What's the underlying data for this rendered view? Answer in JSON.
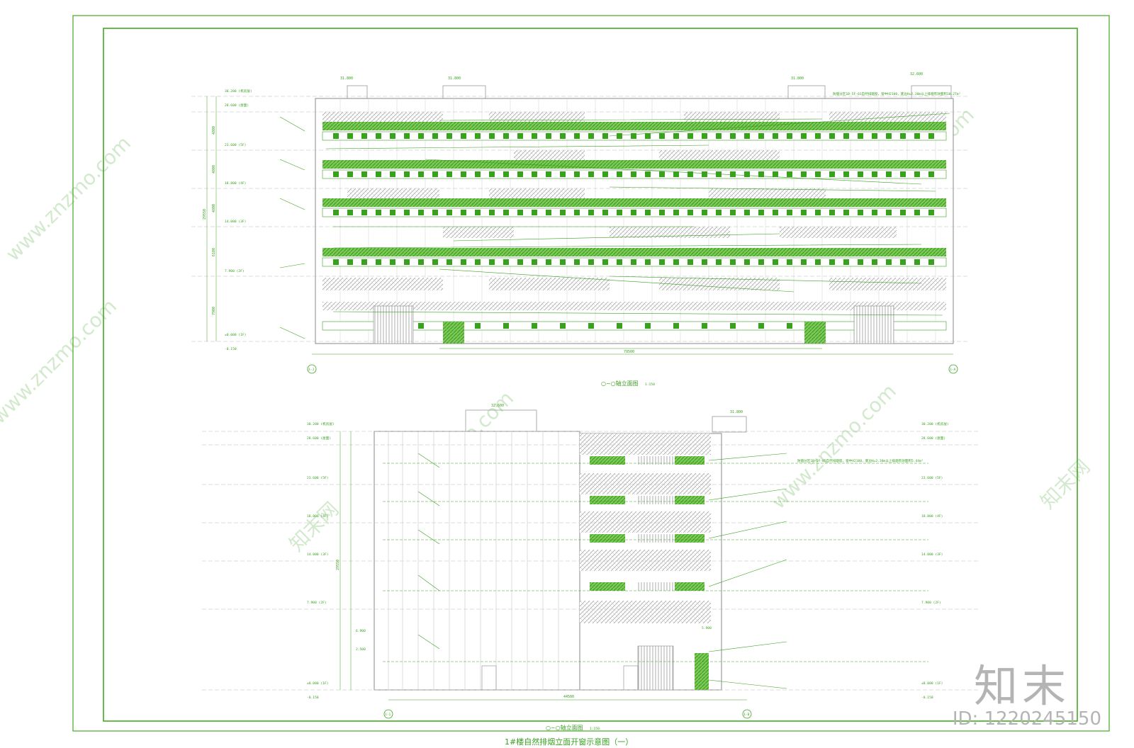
{
  "sheet_title": "1#楼自然排烟立面开窗示意图（一）",
  "top_elevation": {
    "title": "○~○轴立面图",
    "scale": "1:150",
    "axis_left": "1-J",
    "axis_right": "1-A",
    "total_width": "79500",
    "total_height": "29550",
    "levels": [
      {
        "label": "30.200 (机房层)"
      },
      {
        "label": "28.600 (屋面)"
      },
      {
        "label": "23.600 (5F)"
      },
      {
        "label": "18.800 (4F)"
      },
      {
        "label": "14.000 (3F)"
      },
      {
        "label": "7.900 (2F)"
      },
      {
        "label": "±0.000 (1F)"
      },
      {
        "label": "-0.150"
      }
    ],
    "roof_marks": [
      "31.800",
      "31.800",
      "31.800",
      "32.600"
    ],
    "floor_dims": [
      "4800",
      "4800",
      "4800",
      "6100",
      "7900"
    ],
    "note": "防烟分区1B-5F-01自然排烟窗，窗中H2100，底边H=2.30m以上排烟有效面积10.27m²"
  },
  "bottom_elevation": {
    "title": "○~○轴立面图",
    "scale": "1:150",
    "axis_left": "1-1",
    "axis_right": "1-8",
    "total_width": "44500",
    "total_height": "29550",
    "levels": [
      {
        "label": "30.200 (机房层)"
      },
      {
        "label": "28.600 (屋面)"
      },
      {
        "label": "23.600 (5F)"
      },
      {
        "label": "18.800 (4F)"
      },
      {
        "label": "14.000 (3F)"
      },
      {
        "label": "7.900 (2F)"
      },
      {
        "label": "±0.000 (1F)"
      },
      {
        "label": "-0.150"
      }
    ],
    "roof_marks": [
      "32.600",
      "31.800"
    ],
    "mid_marks": [
      "6.900",
      "2.500",
      "5.900"
    ],
    "note": "防烟分区1B-5F-05自然排烟窗，窗中H2100，底边H=2.30m以上排烟有效面积5.44m²"
  },
  "watermarks": [
    "www.znzmo.com",
    "知末网",
    "知末"
  ],
  "stamp": {
    "logo": "知末",
    "id": "ID: 1220245150"
  },
  "colors": {
    "line": "#3aa020",
    "frame": "#44aa22",
    "hatch": "#9a9a9a",
    "stamp": "#b4b4b4"
  }
}
